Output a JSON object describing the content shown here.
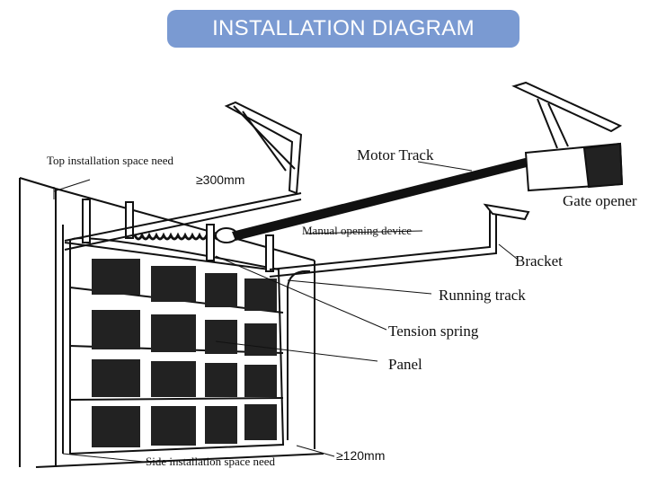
{
  "banner": {
    "title": "INSTALLATION DIAGRAM",
    "color": "#7a9ad2"
  },
  "labels": {
    "top_space": "Top installation space need",
    "top_dim": "≥300mm",
    "motor_track": "Motor Track",
    "gate_opener": "Gate opener",
    "manual_device": "Manual opening device",
    "bracket": "Bracket",
    "running_track": "Running track",
    "tension_spring": "Tension spring",
    "panel": "Panel",
    "side_space": "Side installation space need",
    "side_dim": "≥120mm"
  }
}
